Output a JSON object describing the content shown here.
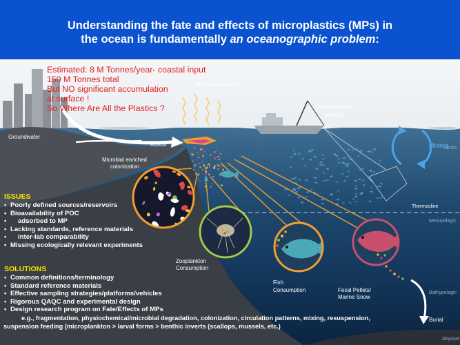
{
  "header": {
    "title_line1": "Understanding the fate and effects of microplastics (MPs) in",
    "title_line2_pre": "the ocean is fundamentally ",
    "title_line2_em": "an oceanographic problem",
    "title_line2_post": ":"
  },
  "callout": {
    "lines": [
      "Estimated: 8 M Tonnes/year- coastal input",
      "150 M Tonnes total",
      "But NO significant accumulation",
      "at surface !",
      "So Where Are All the Plastics ?"
    ]
  },
  "labels": {
    "photodegradation": "Photodegradation",
    "socioeconomic": "Socioeconomic",
    "impacts": "Impacts",
    "groundwater": "Groundwater",
    "runoff": "Runoff",
    "microbial1": "Microbial enriched",
    "microbial2": "colonization",
    "mixing": "Mixing",
    "thermocline": "Thermocline",
    "zoo1": "Zooplankton",
    "zoo2": "Consumption",
    "fish1": "Fish",
    "fish2": "Consumption",
    "fecal1": "Fecal Pellets/",
    "fecal2": "Marine Snow",
    "burial": "Burial",
    "photic": "Photic",
    "mesopelagic": "Mesopelagic",
    "bathypelagic": "Bathypelagic",
    "abyssal": "Abyssal"
  },
  "issues": {
    "heading": "ISSUES",
    "items": [
      "Poorly defined sources/reservoirs",
      "Bioavailability of POC",
      "Lacking standards, reference materials",
      "Missing ecologically relevant experiments"
    ],
    "continuations": [
      "adsorbed to MP",
      "inter-lab comparability"
    ]
  },
  "solutions": {
    "heading": "SOLUTIONS",
    "items": [
      "Common definitions/terminology",
      "Standard reference materials",
      "Effective sampling strategies/platforms/vehicles",
      "Rigorous QAQC and experimental design",
      "Design research program on Fate/Effects of MPs"
    ],
    "example_line1": "e.g., fragmentation, physiochemical/microbial degradation, colonization, circulation patterns, mixing, resuspension,",
    "example_line2": "suspension feeding (microplankton > larval forms > benthic inverts (scallops, mussels, etc.)"
  },
  "colors": {
    "header_bg": "#0a52d0",
    "sky": "#dfe4ea",
    "ocean_surface": "#3d6c8e",
    "ocean_deep": "#0d2948",
    "land": "#4b4f56",
    "callout_red": "#e02020",
    "heading_yellow": "#ffe400"
  }
}
